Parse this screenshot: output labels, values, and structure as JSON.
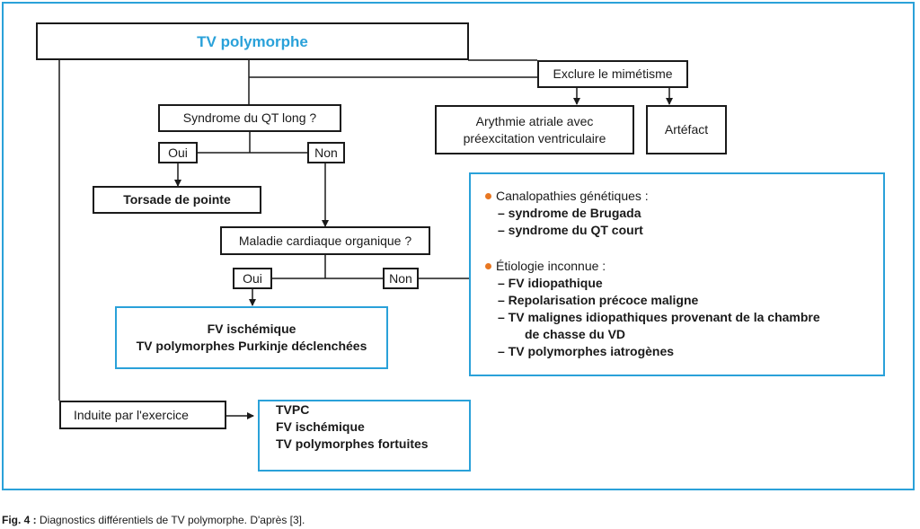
{
  "title": "TV polymorphe",
  "nodes": {
    "exclude_mimicry": "Exclure le mimétisme",
    "atrial_arrhythmia": "Arythmie atriale avec préexcitation ventriculaire",
    "artifact": "Artéfact",
    "long_qt_question": "Syndrome du QT long ?",
    "yes_1": "Oui",
    "no_1": "Non",
    "torsade": "Torsade de pointe",
    "organic_disease_question": "Maladie cardiaque organique ?",
    "yes_2": "Oui",
    "no_2": "Non",
    "ischemic_result": [
      "FV ischémique",
      "TV polymorphes Purkinje déclenchées"
    ],
    "exercise_induced": "Induite par l'exercice",
    "exercise_result": [
      "TVPC",
      "FV ischémique",
      "TV polymorphes fortuites"
    ]
  },
  "info_box": {
    "genetic_heading": "Canalopathies génétiques :",
    "genetic_items": [
      "– syndrome de Brugada",
      "– syndrome du QT court"
    ],
    "unknown_heading": "Étiologie inconnue :",
    "unknown_items": [
      "– FV idiopathique",
      "– Repolarisation précoce maligne",
      "– TV malignes idiopathiques provenant de la chambre",
      "de chasse du VD",
      "– TV polymorphes iatrogènes"
    ]
  },
  "caption": {
    "label": "Fig. 4 :",
    "text": " Diagnostics différentiels de TV polymorphe. D'après [3]."
  },
  "colors": {
    "accent": "#2aa1d9",
    "bullet": "#e87722",
    "line": "#1a1a1a"
  }
}
